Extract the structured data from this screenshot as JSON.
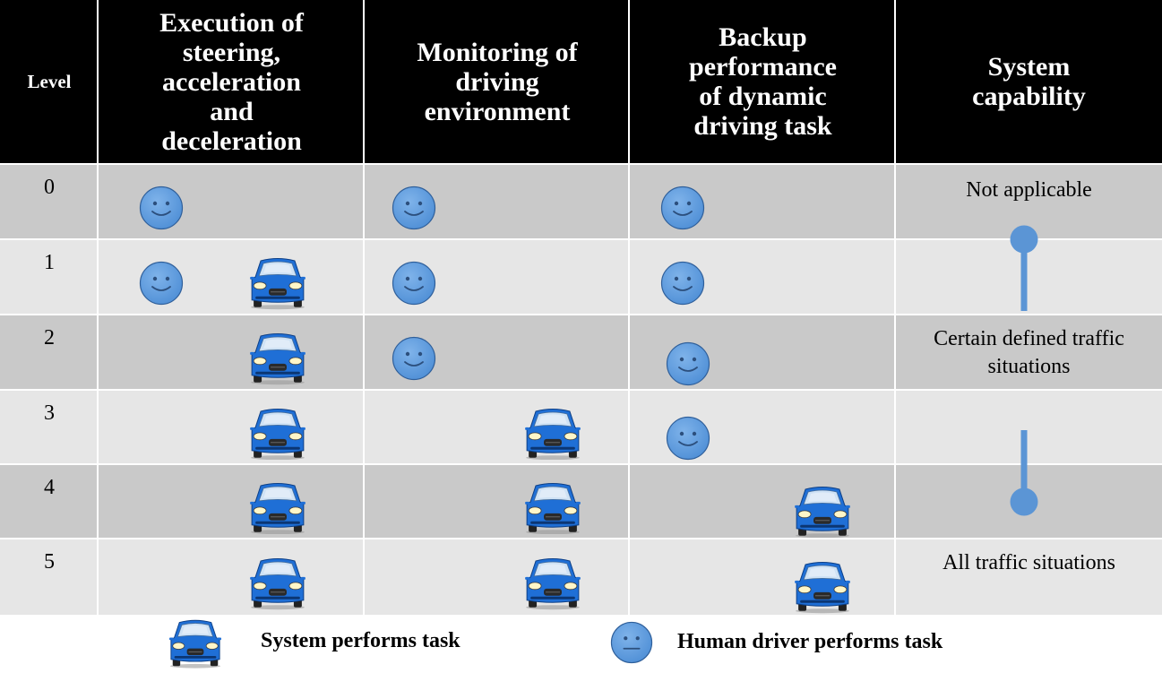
{
  "header": {
    "level": "Level",
    "execution_lines": [
      "Execution of",
      "steering,",
      "acceleration",
      "and",
      "deceleration"
    ],
    "monitoring_lines": [
      "Monitoring of",
      "driving",
      "environment"
    ],
    "backup_lines": [
      "Backup",
      "performance",
      "of dynamic",
      "driving task"
    ],
    "capability_lines": [
      "System",
      "capability"
    ]
  },
  "rows": [
    {
      "level": "0",
      "execution": [
        "human"
      ],
      "monitoring": "human",
      "backup": "human"
    },
    {
      "level": "1",
      "execution": [
        "human",
        "system"
      ],
      "monitoring": "human",
      "backup": "human"
    },
    {
      "level": "2",
      "execution": [
        "system"
      ],
      "monitoring": "human",
      "backup": "human"
    },
    {
      "level": "3",
      "execution": [
        "system"
      ],
      "monitoring": "system",
      "backup": "human"
    },
    {
      "level": "4",
      "execution": [
        "system"
      ],
      "monitoring": "system",
      "backup": "system"
    },
    {
      "level": "5",
      "execution": [
        "system"
      ],
      "monitoring": "system",
      "backup": "system"
    }
  ],
  "capability": {
    "level0": "Not applicable",
    "level2_lines": [
      "Certain defined traffic",
      "situations"
    ],
    "level5": "All traffic situations"
  },
  "legend": {
    "system": "System performs task",
    "human": "Human driver performs task"
  },
  "colors": {
    "header_bg": "#000000",
    "row_dark": "#c9c9c9",
    "row_light": "#e6e6e6",
    "icon_blue": "#4f8fd6",
    "car_blue": "#1f6fd6"
  }
}
